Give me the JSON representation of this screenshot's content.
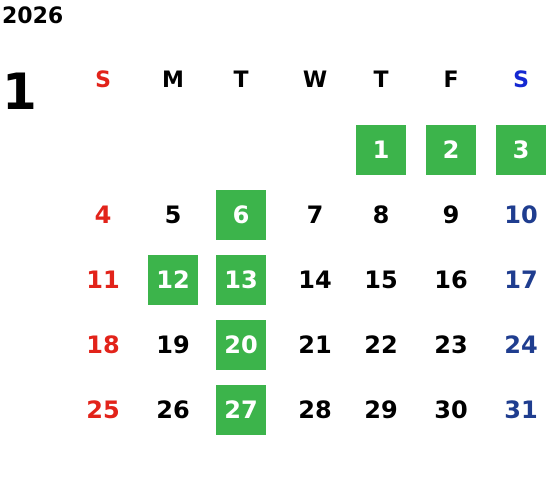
{
  "calendar": {
    "year": "2026",
    "month": "1",
    "weekdays": [
      {
        "label": "S",
        "color": "#e2231a"
      },
      {
        "label": "M",
        "color": "#000000"
      },
      {
        "label": "T",
        "color": "#000000"
      },
      {
        "label": "W",
        "color": "#000000"
      },
      {
        "label": "T",
        "color": "#000000"
      },
      {
        "label": "F",
        "color": "#000000"
      },
      {
        "label": "S",
        "color": "#1428d2"
      }
    ],
    "colors": {
      "sunday": "#e2231a",
      "saturday": "#1f3d8f",
      "weekday": "#000000",
      "highlight_bg": "#3cb44b",
      "highlight_text": "#ffffff"
    },
    "weeks": [
      [
        null,
        null,
        null,
        null,
        {
          "day": "1",
          "highlight": true
        },
        {
          "day": "2",
          "highlight": true
        },
        {
          "day": "3",
          "highlight": true
        }
      ],
      [
        {
          "day": "4"
        },
        {
          "day": "5"
        },
        {
          "day": "6",
          "highlight": true
        },
        {
          "day": "7"
        },
        {
          "day": "8"
        },
        {
          "day": "9"
        },
        {
          "day": "10"
        }
      ],
      [
        {
          "day": "11"
        },
        {
          "day": "12",
          "highlight": true
        },
        {
          "day": "13",
          "highlight": true
        },
        {
          "day": "14"
        },
        {
          "day": "15"
        },
        {
          "day": "16"
        },
        {
          "day": "17"
        }
      ],
      [
        {
          "day": "18"
        },
        {
          "day": "19"
        },
        {
          "day": "20",
          "highlight": true
        },
        {
          "day": "21"
        },
        {
          "day": "22"
        },
        {
          "day": "23"
        },
        {
          "day": "24"
        }
      ],
      [
        {
          "day": "25"
        },
        {
          "day": "26"
        },
        {
          "day": "27",
          "highlight": true
        },
        {
          "day": "28"
        },
        {
          "day": "29"
        },
        {
          "day": "30"
        },
        {
          "day": "31"
        }
      ]
    ]
  }
}
